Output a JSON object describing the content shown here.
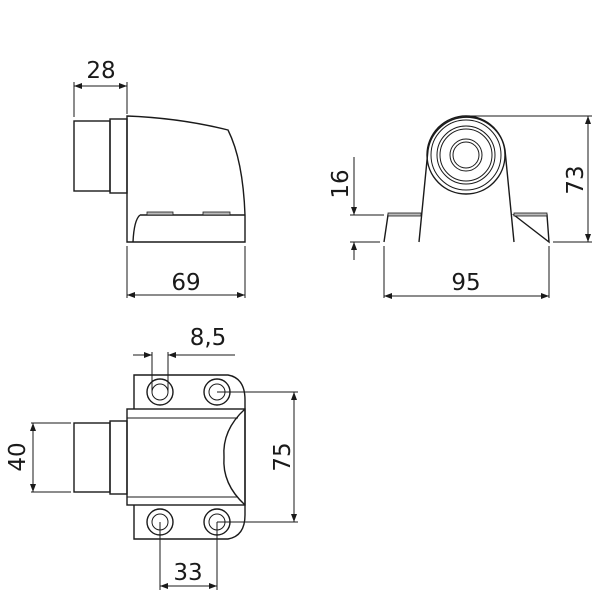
{
  "dimensions": {
    "side_depth": "28",
    "side_length": "69",
    "front_base_height": "16",
    "front_height": "73",
    "front_width": "95",
    "hole_diameter": "8,5",
    "hole_spacing_vertical": "75",
    "bumper_diameter": "40",
    "hole_spacing_horizontal": "33"
  }
}
